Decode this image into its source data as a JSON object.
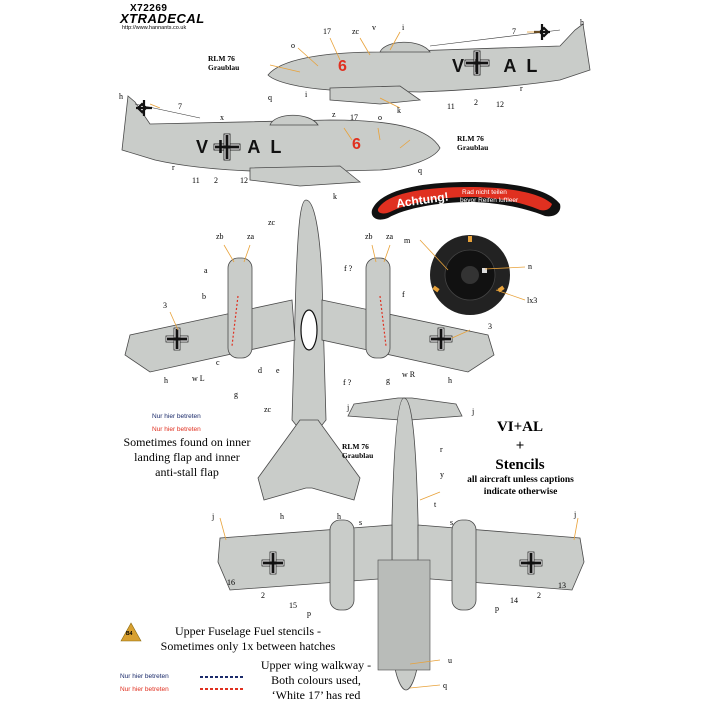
{
  "header": {
    "code": "X72269",
    "brand": "XTRADECAL",
    "url": "http://www.hannants.co.uk"
  },
  "colors": {
    "rlm76": "#c9ccc9",
    "outline": "#4a4a4a",
    "callout_line": "#e8a23a",
    "marking_red": "#e03020",
    "walkway_blue": "#1a2a6a",
    "walkway_red": "#e03020",
    "fuel_triangle": "#d8a030"
  },
  "profile_top": {
    "paint_label": "RLM 76\nGraublau",
    "code_text": "VI AL",
    "number": "6",
    "callouts": [
      "17",
      "zc",
      "v",
      "i",
      "o",
      "7",
      "h",
      "q",
      "i",
      "k",
      "11",
      "2",
      "12",
      "r"
    ]
  },
  "profile_bottom": {
    "paint_label": "RLM 76\nGraublau",
    "code_text": "VI AL",
    "number": "6",
    "callouts": [
      "h",
      "7",
      "x",
      "z",
      "17",
      "o",
      "r",
      "11",
      "2",
      "12",
      "q",
      "k"
    ]
  },
  "achtung": {
    "title": "Achtung!",
    "line1": "Rad nicht teilen",
    "line2": "bevor Reifen luftleer"
  },
  "wheel": {
    "callouts": [
      "m",
      "n",
      "lx3"
    ]
  },
  "top_view": {
    "paint_label": "RLM 76\nGraublau",
    "callouts": [
      "zb",
      "za",
      "zc",
      "zb",
      "za",
      "a",
      "f ?",
      "f",
      "b",
      "3",
      "3",
      "h",
      "w L",
      "c",
      "d",
      "e",
      "f ?",
      "g",
      "w R",
      "h",
      "g",
      "zc",
      "h",
      "h"
    ]
  },
  "stencil_samples": {
    "blue_text": "Nur hier betreten",
    "red_text": "Nur hier betreten"
  },
  "flap_note": "Sometimes found on inner\nlanding flap and inner\nanti-stall flap",
  "title_block": {
    "title": "VI+AL",
    "plus": "+",
    "stencils": "Stencils",
    "note": "all aircraft unless captions\nindicate otherwise"
  },
  "under_view": {
    "callouts": [
      "j",
      "j",
      "r",
      "y",
      "t",
      "s",
      "s",
      "j",
      "j",
      "16",
      "2",
      "15",
      "p",
      "p",
      "14",
      "2",
      "13",
      "u",
      "q"
    ]
  },
  "fuel_note": {
    "badge": "B4",
    "text": "Upper Fuselage Fuel stencils -\nSometimes only 1x between hatches"
  },
  "walkway_legend": {
    "blue_text": "Nur hier betreten",
    "red_text": "Nur hier betreten",
    "note": "Upper wing walkway -\nBoth colours used,\n‘White 17’ has red"
  }
}
